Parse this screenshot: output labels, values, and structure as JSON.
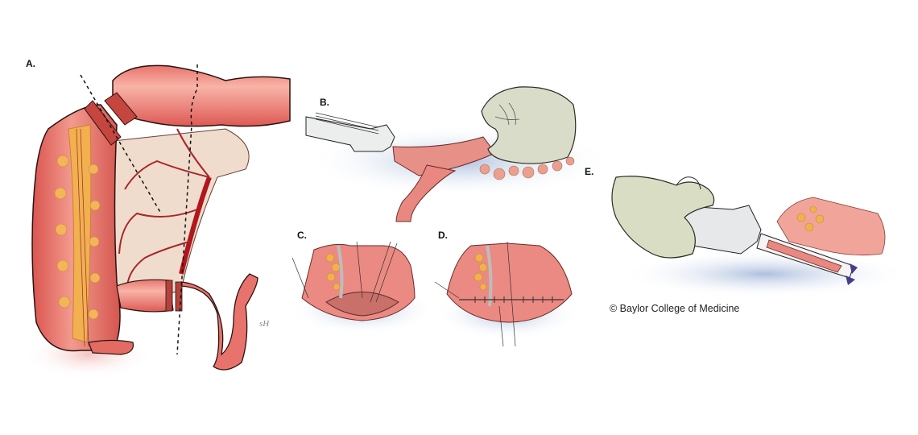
{
  "figure": {
    "description": "Surgical illustration of colon resection and anastomosis steps",
    "panels": [
      {
        "id": "A",
        "label": "A.",
        "subject": "colon-with-resection-lines"
      },
      {
        "id": "B",
        "label": "B.",
        "subject": "stapler-dividing-bowel-held-by-hand"
      },
      {
        "id": "C",
        "label": "C.",
        "subject": "open-bowel-ends-with-stay-sutures"
      },
      {
        "id": "D",
        "label": "D.",
        "subject": "sutured-anastomosis"
      },
      {
        "id": "E",
        "label": "E.",
        "subject": "linear-stapler-in-gloved-hand"
      }
    ],
    "credit": "© Baylor College of Medicine",
    "signature": "sH"
  },
  "colors": {
    "bowel": "#e8736c",
    "bowel_dark": "#c9504c",
    "bowel_light": "#f6b3a8",
    "fat": "#f2b04e",
    "mesentery": "#f1dccb",
    "artery": "#b0161c",
    "glove": "#d8dbc6",
    "instrument": "#e4e6e8",
    "drape_shadow": "#9db3d6",
    "outline": "#3a1a18"
  }
}
